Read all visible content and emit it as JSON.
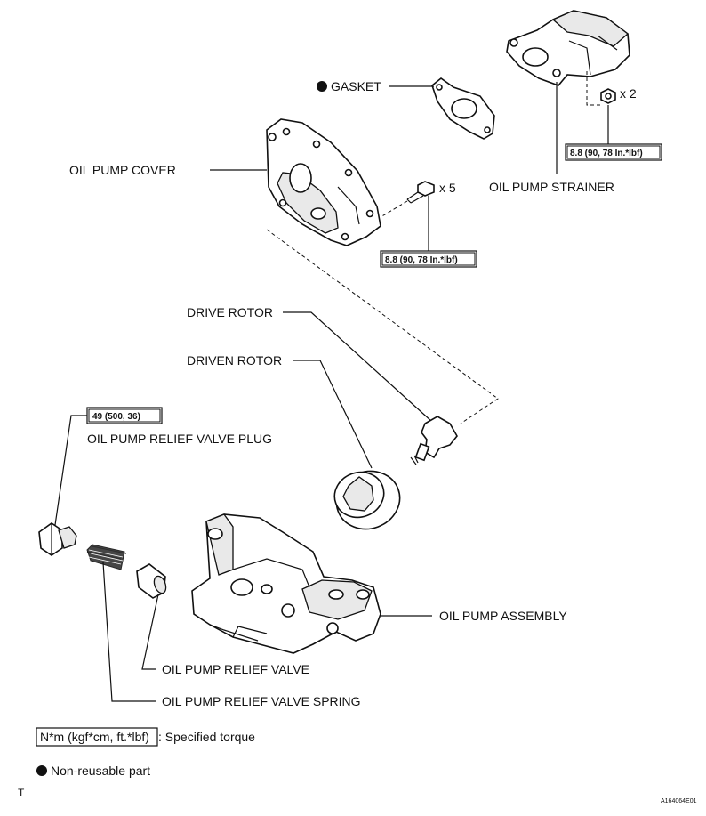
{
  "labels": {
    "gasket": "GASKET",
    "oil_pump_strainer": "OIL PUMP STRAINER",
    "oil_pump_cover": "OIL PUMP COVER",
    "drive_rotor": "DRIVE ROTOR",
    "driven_rotor": "DRIVEN ROTOR",
    "relief_valve_plug": "OIL PUMP RELIEF VALVE PLUG",
    "oil_pump_assembly": "OIL PUMP ASSEMBLY",
    "relief_valve": "OIL PUMP RELIEF VALVE",
    "relief_valve_spring": "OIL PUMP RELIEF VALVE SPRING"
  },
  "quantities": {
    "strainer_nut": "x 2",
    "cover_bolt": "x 5"
  },
  "torques": {
    "strainer_nut": "8.8 (90, 78 In.*lbf)",
    "cover_bolt": "8.8 (90, 78 In.*lbf)",
    "relief_plug": "49 (500, 36)"
  },
  "legend": {
    "torque_unit": "N*m (kgf*cm, ft.*lbf)",
    "torque_desc": ": Specified torque",
    "non_reusable": "Non-reusable part"
  },
  "corner": {
    "left_mark": "T",
    "figure_id": "A164064E01"
  }
}
